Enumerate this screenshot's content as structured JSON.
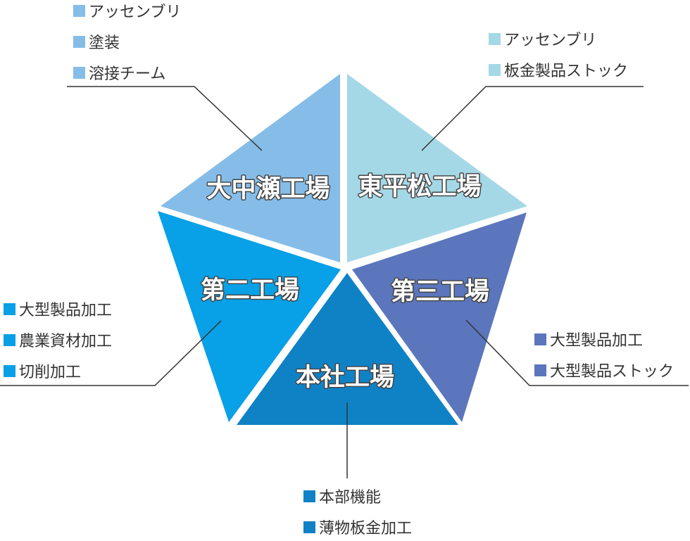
{
  "colors": {
    "background": "#ffffff",
    "leader_line": "#333333",
    "label_outline": "#444444",
    "label_text": "#ffffff"
  },
  "factories": [
    {
      "id": "onakase",
      "name": "大中瀬工場",
      "color": "#85bde8",
      "items": [
        "アッセンブリ",
        "塗装",
        "溶接チーム"
      ]
    },
    {
      "id": "higashi-hiramatsu",
      "name": "東平松工場",
      "color": "#a4d8e6",
      "items": [
        "アッセンブリ",
        "板金製品ストック"
      ]
    },
    {
      "id": "dai-san",
      "name": "第三工場",
      "color": "#5b76bc",
      "items": [
        "大型製品加工",
        "大型製品ストック"
      ]
    },
    {
      "id": "honsha",
      "name": "本社工場",
      "color": "#0f82c6",
      "items": [
        "本部機能",
        "薄物板金加工"
      ]
    },
    {
      "id": "dai-ni",
      "name": "第二工場",
      "color": "#08a0e6",
      "items": [
        "大型製品加工",
        "農業資材加工",
        "切削加工"
      ]
    }
  ]
}
